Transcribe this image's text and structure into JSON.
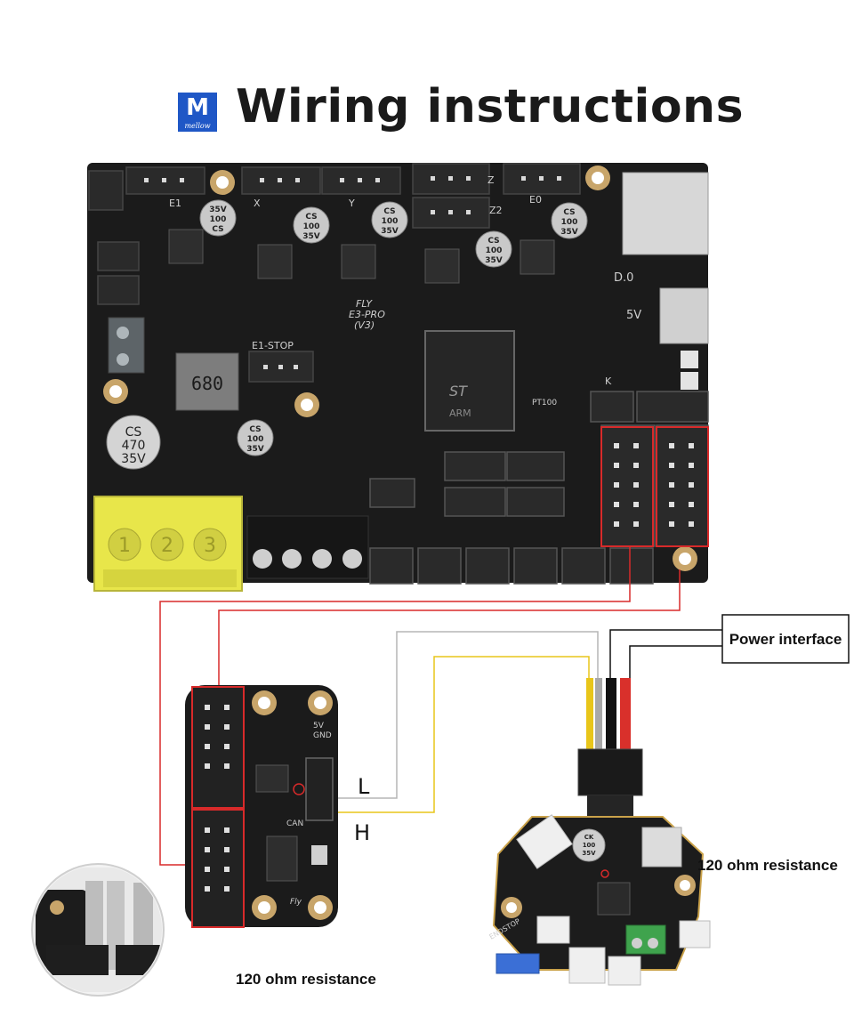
{
  "header": {
    "title": "Wiring instructions",
    "logo_mark": "M",
    "logo_brand": "mellow"
  },
  "main_board": {
    "silkscreen": {
      "e1": "E1",
      "x": "X",
      "y": "Y",
      "z": "Z",
      "z2": "Z2",
      "e0": "E0",
      "model": "FLY",
      "model_sub": "E3-PRO",
      "version": "(V3)",
      "e1_stop": "E1-STOP",
      "d0": "D.0",
      "five_v": "5V",
      "k": "K",
      "pt100": "PT100",
      "arm": "ARM",
      "st": "ST",
      "inductor": "680"
    },
    "capacitors": [
      {
        "lines": [
          "35V",
          "100",
          "CS"
        ]
      },
      {
        "lines": [
          "CS",
          "100",
          "35V"
        ]
      },
      {
        "lines": [
          "CS",
          "100",
          "35V"
        ]
      },
      {
        "lines": [
          "CS",
          "100",
          "35V"
        ]
      },
      {
        "lines": [
          "CS",
          "100",
          "35V"
        ]
      },
      {
        "lines": [
          "CS",
          "100",
          "35V"
        ]
      },
      {
        "lines": [
          "CS",
          "470",
          "35V"
        ]
      }
    ],
    "terminal_numbers": [
      "1",
      "2",
      "3"
    ]
  },
  "can_adapter": {
    "silkscreen_5v": "5V",
    "silkscreen_gnd": "GND",
    "silkscreen_can": "CAN",
    "silkscreen_fly": "Fly",
    "label_l": "L",
    "label_h": "H",
    "resistance_label": "120 ohm resistance"
  },
  "toolhead": {
    "resistance_label": "120 ohm resistance",
    "cap_lines": [
      "CK",
      "100",
      "35V"
    ],
    "endstop": "ENDSTOP"
  },
  "callouts": {
    "power_interface": "Power interface"
  },
  "colors": {
    "board": "#1b1b1b",
    "wire_red": "#d9302b",
    "wire_yellow": "#e8c51a",
    "wire_gray": "#b5b5b5",
    "wire_black": "#111111",
    "highlight": "#d82a2a",
    "terminal_yellow": "#e8e64a",
    "brand_blue": "#1f57c6"
  },
  "icons": [
    "mellow-logo-icon",
    "zoom-inset-icon"
  ]
}
